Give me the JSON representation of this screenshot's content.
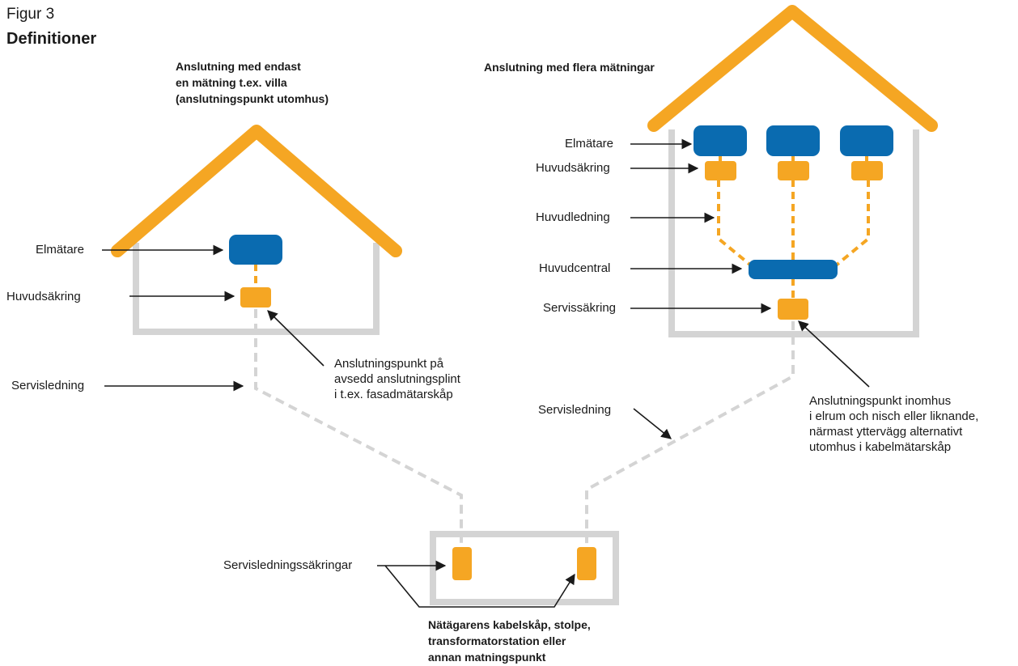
{
  "figure": {
    "number": "Figur 3",
    "title": "Definitioner"
  },
  "left_house": {
    "title_lines": [
      "Anslutning med endast",
      "en mätning t.ex. villa",
      "(anslutningspunkt utomhus)"
    ],
    "elmatare": "Elmätare",
    "huvudsakring": "Huvudsäkring",
    "servisledning": "Servisledning",
    "connection_note_lines": [
      "Anslutningspunkt på",
      "avsedd anslutningsplint",
      "i t.ex. fasadmätarskåp"
    ]
  },
  "right_house": {
    "title": "Anslutning med flera mätningar",
    "elmatare": "Elmätare",
    "huvudsakring": "Huvudsäkring",
    "huvudledning": "Huvudledning",
    "huvudcentral": "Huvudcentral",
    "servissakring": "Servissäkring",
    "servisledning": "Servisledning",
    "connection_note_lines": [
      "Anslutningspunkt inomhus",
      "i elrum och nisch eller liknande,",
      "närmast yttervägg alternativt",
      "utomhus i kabelmätarskåp"
    ]
  },
  "cabinet": {
    "fuses_label": "Servisledningssäkringar",
    "title_lines": [
      "Nätägarens kabelskåp, stolpe,",
      "transformatorstation eller",
      "annan matningspunkt"
    ]
  },
  "colors": {
    "roof": "#f5a623",
    "wall": "#d4d4d4",
    "meter": "#0a6bb0",
    "fuse": "#f5a623",
    "service_cable": "#d4d4d4",
    "main_line": "#f5a623",
    "arrow": "#1a1a1a"
  }
}
